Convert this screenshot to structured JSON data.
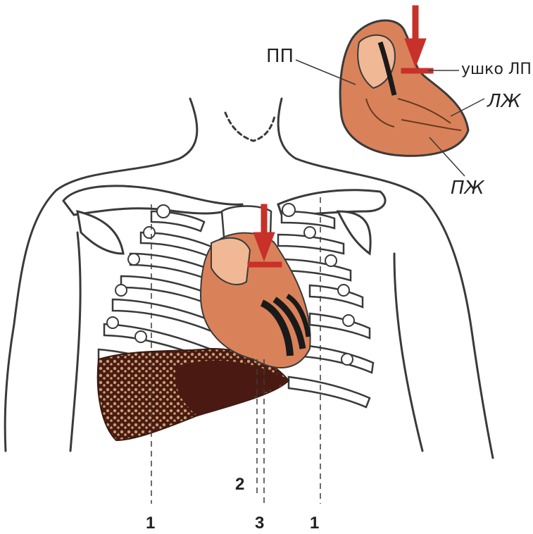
{
  "colors": {
    "outline": "#3a3a3a",
    "heart": "#d9825a",
    "heart_light": "#f0b894",
    "liver": "#4a1a12",
    "liver_spots": "#c4a072",
    "arrow": "#c8302a",
    "bone": "#ffffff",
    "label_red": "#c0452a"
  },
  "inset": {
    "label_pp": "ПП",
    "label_lp": "ушко ЛП",
    "label_lzh": "ЛЖ",
    "label_pzh": "ПЖ"
  },
  "lines": {
    "label_1_right": "1",
    "label_2": "2",
    "label_3": "3",
    "label_1_left": "1"
  }
}
